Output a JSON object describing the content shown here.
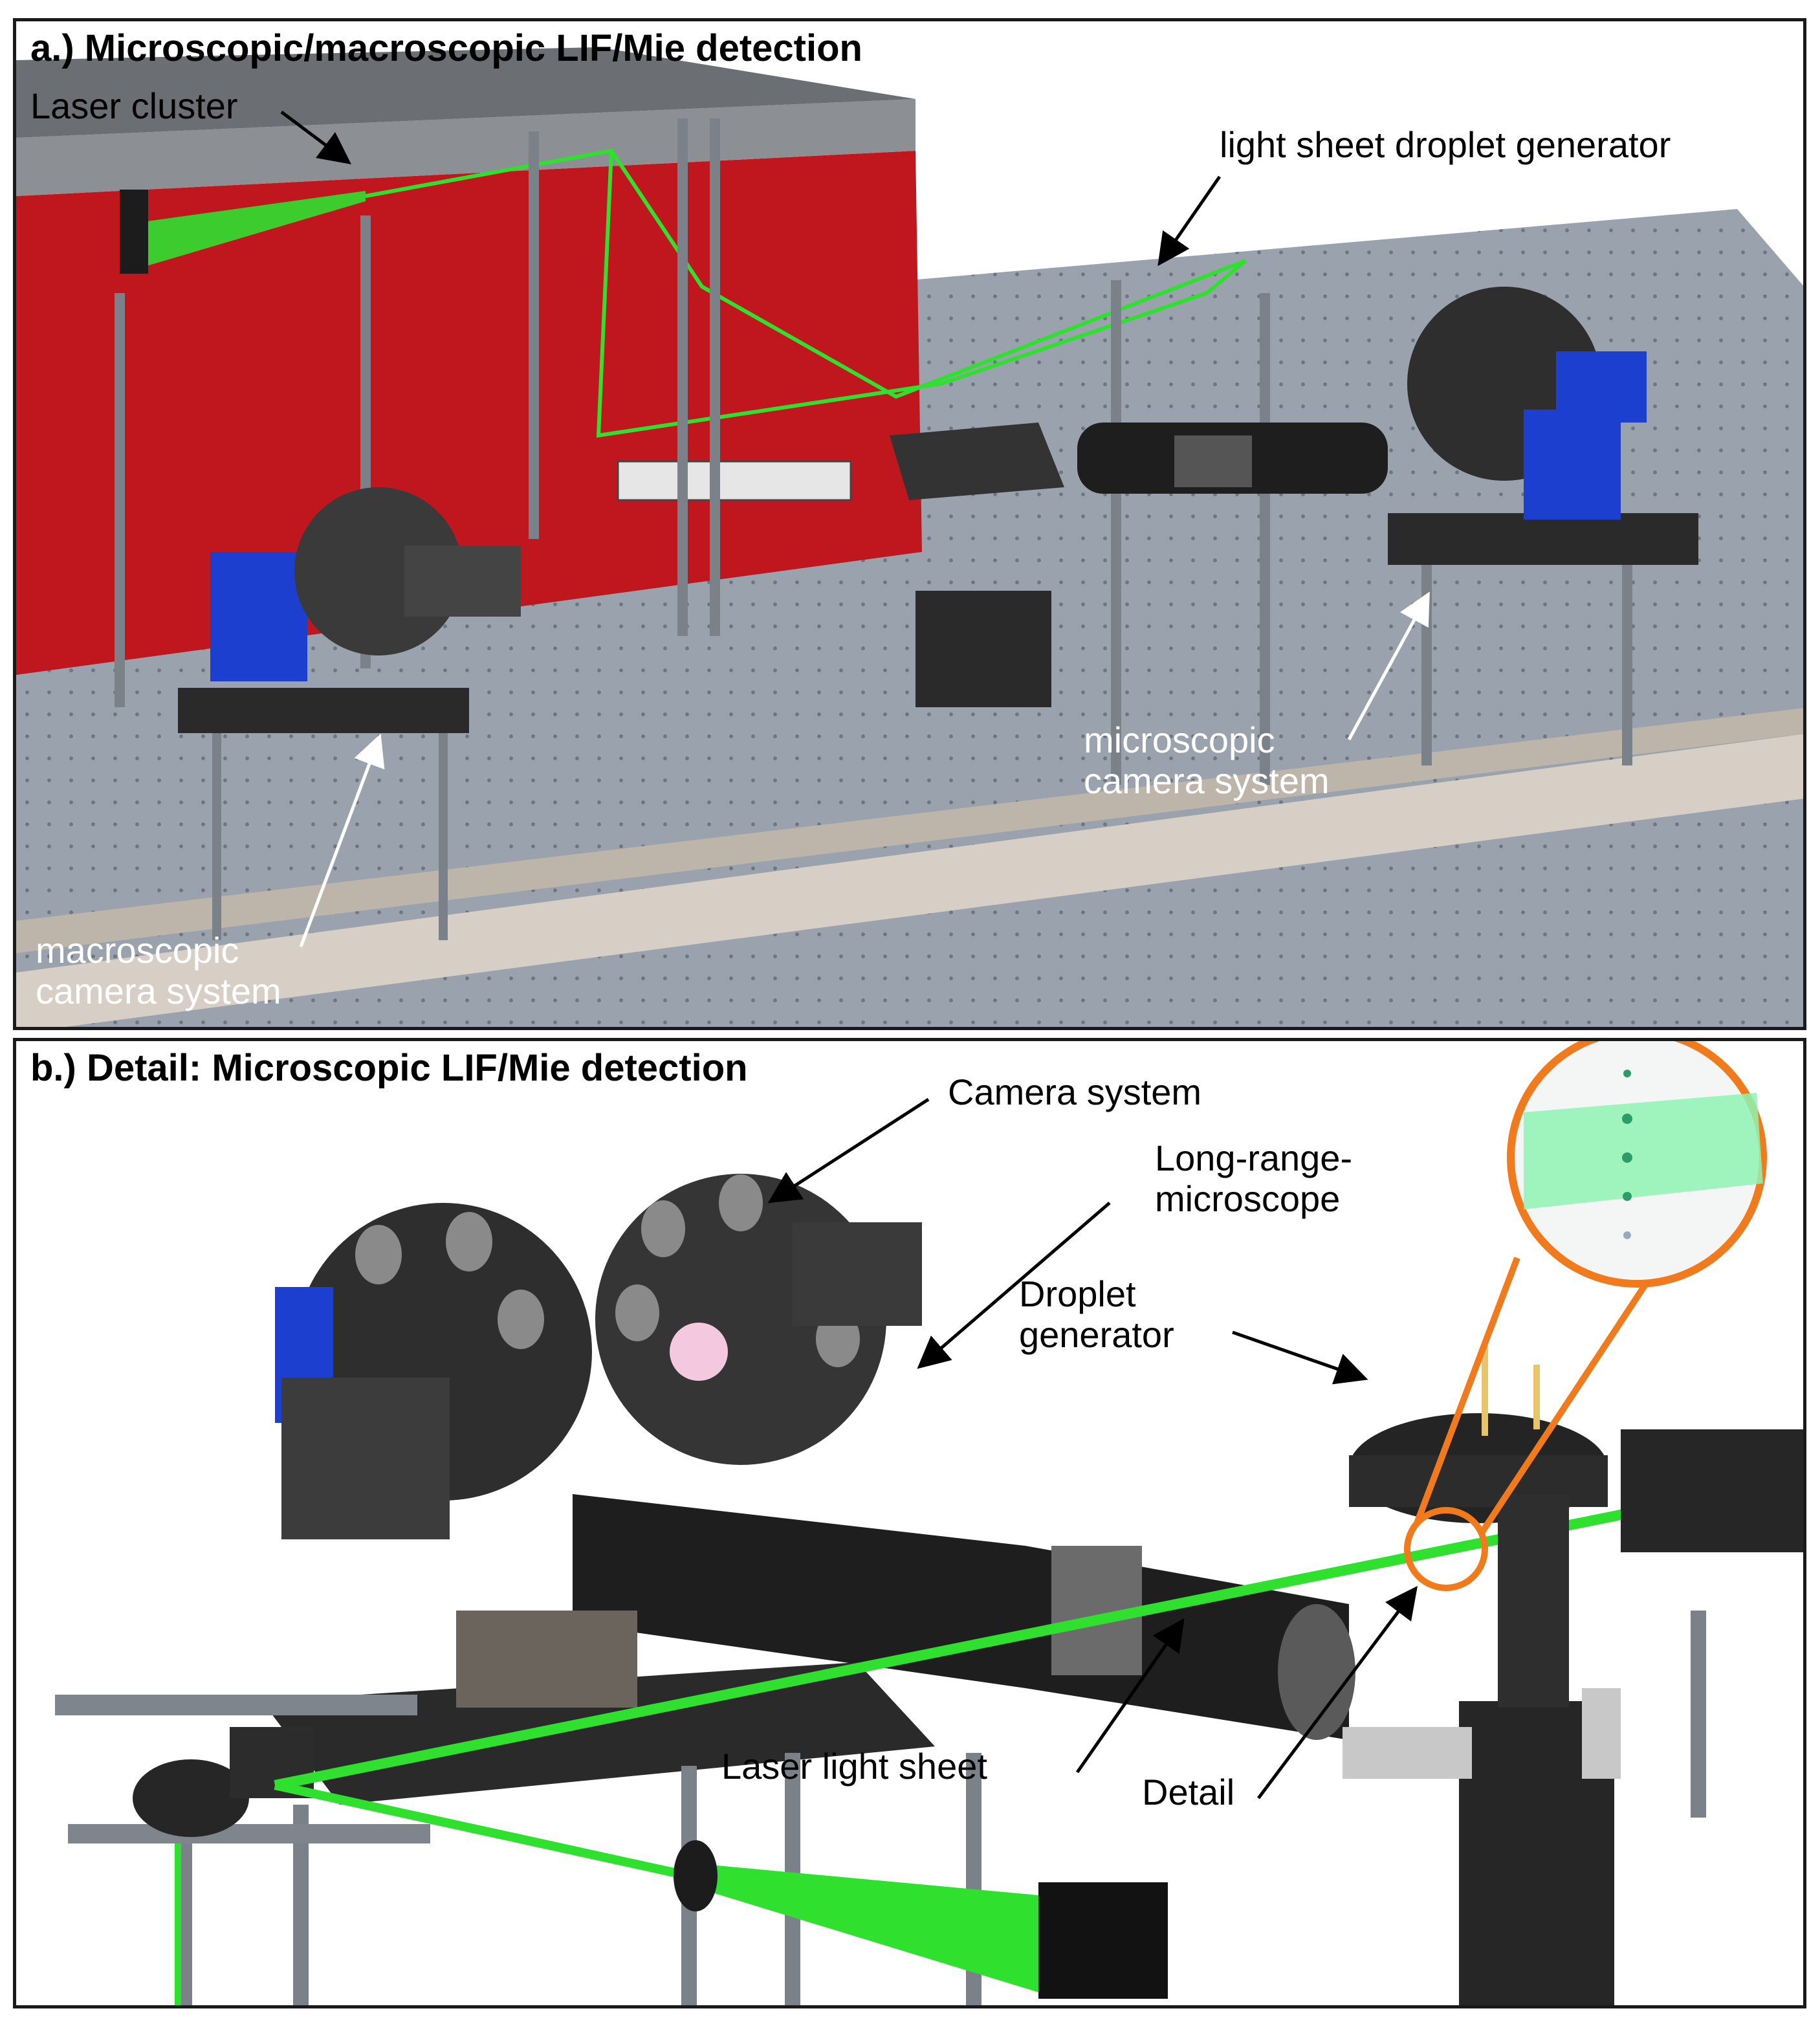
{
  "panel_a": {
    "title": "a.) Microscopic/macroscopic  LIF/Mie detection",
    "labels": {
      "laser_cluster": "Laser cluster",
      "light_sheet_droplet_generator": "light sheet droplet generator",
      "microscopic_camera_system": [
        "microscopic",
        "camera system"
      ],
      "macroscopic_camera_system": [
        "macroscopic",
        "camera system"
      ]
    }
  },
  "panel_b": {
    "title": "b.) Detail: Microscopic LIF/Mie detection",
    "labels": {
      "camera_system": "Camera system",
      "long_range_microscope": [
        "Long-range-",
        "microscope"
      ],
      "droplet_generator": [
        "Droplet",
        "generator"
      ],
      "laser_light_sheet": "Laser light sheet",
      "detail": "Detail"
    }
  },
  "colors": {
    "laser": "#2fe02f",
    "laser_cluster_red": "#c0171f",
    "optical_table": "#9aa3ad",
    "camera_blue": "#1d3fd0",
    "hardware_dark": "#2a2a2a",
    "detail_circle": "#f07a1c",
    "rail": "#d7cfc6"
  },
  "icons": [
    "arrow-icon"
  ]
}
